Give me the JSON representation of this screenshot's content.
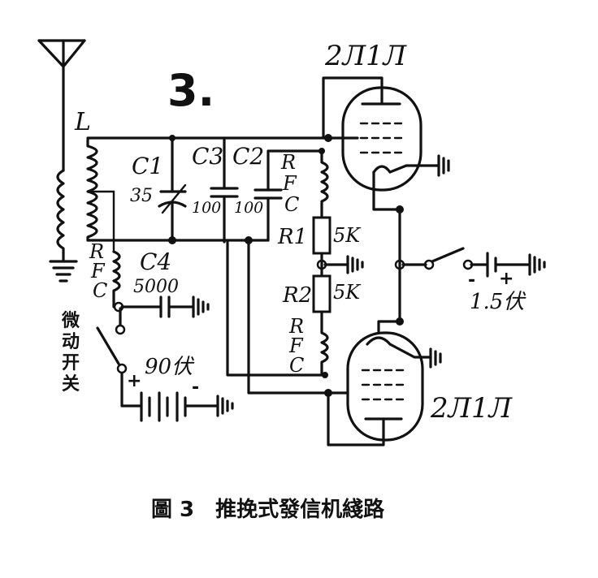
{
  "figure_number": "3.",
  "caption": "圖 3　推挽式發信机綫路",
  "labels": {
    "L": "L",
    "C1": "C1",
    "C1_value": "35",
    "C2": "C2",
    "C2_value": "100",
    "C3": "C3",
    "C3_value": "100",
    "C4": "C4",
    "C4_value": "5000",
    "R1": "R1",
    "R1_value": "5K",
    "R2": "R2",
    "R2_value": "5K",
    "RFC_letters": [
      "R",
      "F",
      "C"
    ],
    "tube_top": "2Л1Л",
    "tube_bottom": "2Л1Л",
    "battery_90": "90伏",
    "battery_1_5": "1.5伏",
    "switch_label": [
      "微",
      "动",
      "开",
      "关"
    ],
    "plus": "+",
    "minus": "-"
  },
  "icons": [
    "antenna-icon",
    "ground-icon",
    "vacuum-tube-icon",
    "battery-icon",
    "inductor-icon",
    "capacitor-icon",
    "resistor-icon",
    "switch-icon"
  ]
}
